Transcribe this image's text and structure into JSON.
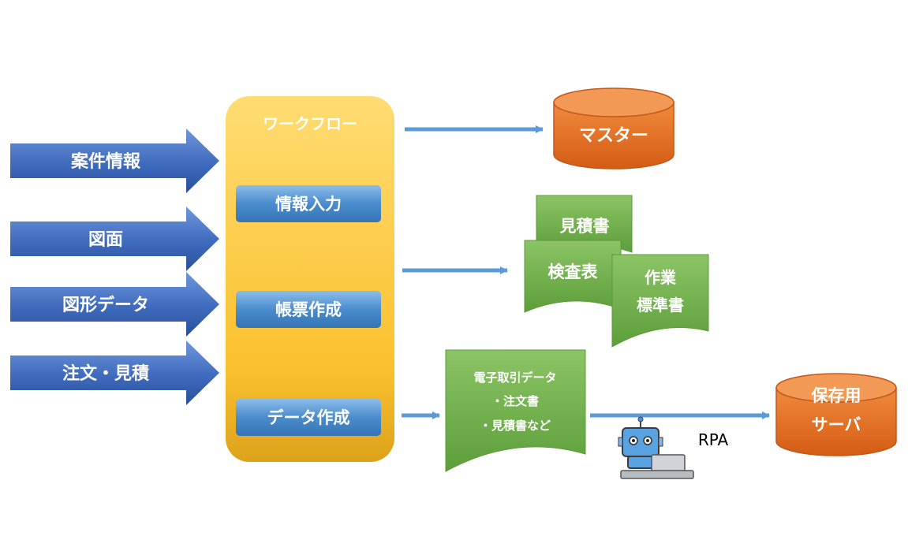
{
  "inputs": [
    "案件情報",
    "図面",
    "図形データ",
    "注文・見積"
  ],
  "workflow": {
    "title": "ワークフロー",
    "steps": [
      "情報入力",
      "帳票作成",
      "データ作成"
    ]
  },
  "master": "マスター",
  "documents": {
    "estimate": "見積書",
    "inspection": "検査表",
    "work_standard": [
      "作業",
      "標準書"
    ]
  },
  "edi": {
    "lines": [
      "電子取引データ",
      "・注文書",
      "・見積書など"
    ]
  },
  "rpa_label": "RPA",
  "server": [
    "保存用",
    "サーバ"
  ],
  "colors": {
    "input_arrow": "#3f6bbd",
    "workflow_top": "#ffd75e",
    "workflow_bottom": "#e0a41c",
    "step_button": "#4a8ccc",
    "connector_arrow": "#5b9bd5",
    "cylinder": "#e06a1f",
    "document": "#6fb04a"
  },
  "icons": [
    "robot-icon",
    "laptop-icon"
  ]
}
